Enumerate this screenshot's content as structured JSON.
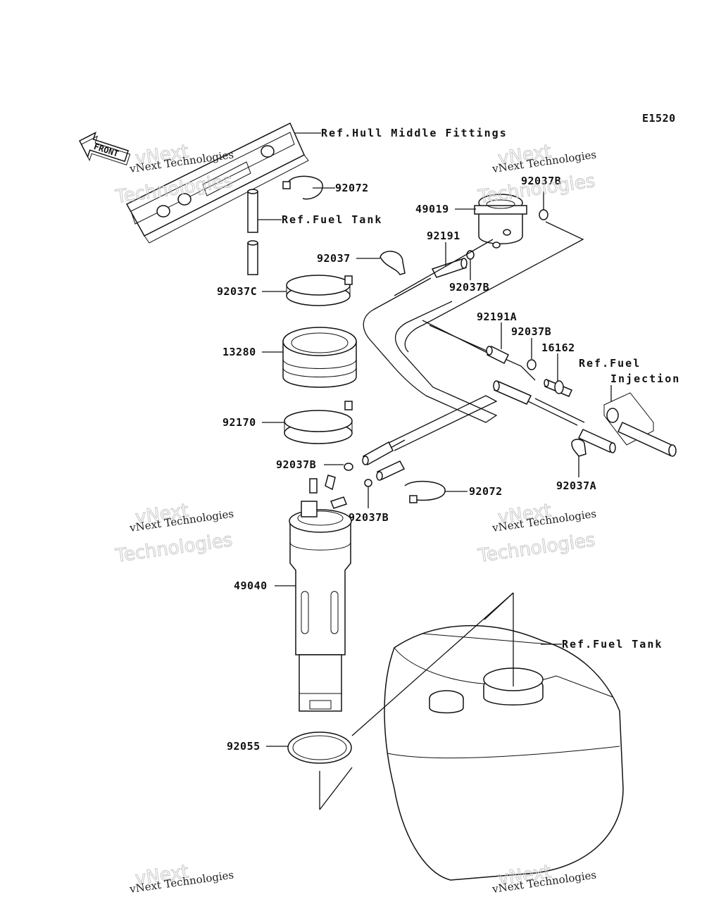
{
  "diagram": {
    "code": "E1520",
    "front_label": "FRONT",
    "watermark": {
      "line1": "vNext Technologies",
      "big_top": "vNext",
      "big_bottom": "Technologies"
    },
    "refs": {
      "hull": "Ref.Hull Middle Fittings",
      "fuel_tank_top": "Ref.Fuel Tank",
      "fuel_injection_1": "Ref.Fuel",
      "fuel_injection_2": "Injection",
      "fuel_tank_bottom": "Ref.Fuel Tank"
    },
    "parts": {
      "p92072_top": "92072",
      "p49019": "49019",
      "p92037B_top": "92037B",
      "p92191": "92191",
      "p92037": "92037",
      "p92037B_mid": "92037B",
      "p92037C": "92037C",
      "p92191A": "92191A",
      "p92037B_right": "92037B",
      "p16162": "16162",
      "p13280": "13280",
      "p92170": "92170",
      "p92037B_left": "92037B",
      "p92072_mid": "92072",
      "p92037B_low": "92037B",
      "p92037A": "92037A",
      "p49040": "49040",
      "p92055": "92055"
    }
  }
}
